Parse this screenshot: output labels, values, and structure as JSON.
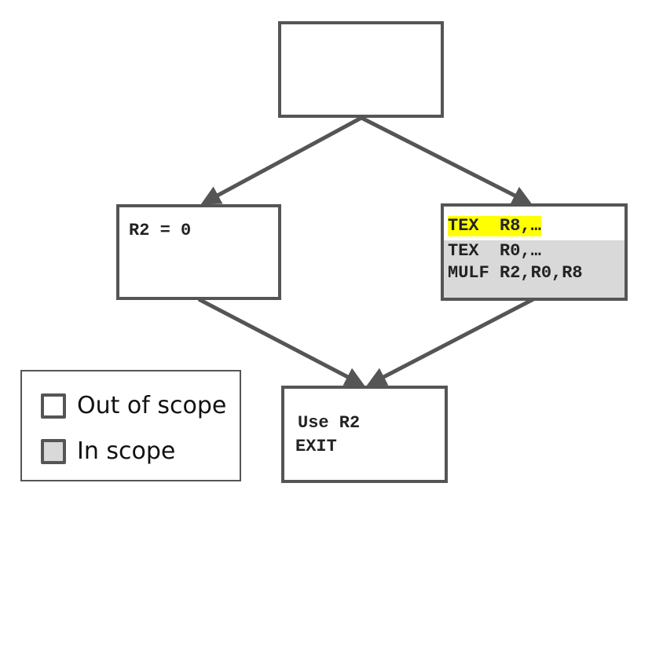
{
  "diagram": {
    "nodes": {
      "entry": {
        "lines": []
      },
      "left": {
        "lines": [
          "R2 = 0"
        ]
      },
      "right": {
        "highlighted_line": "TEX  R8,…",
        "lines": [
          "TEX  R0,…",
          "MULF R2,R0,R8"
        ]
      },
      "exit": {
        "lines": [
          "Use R2",
          "EXIT"
        ]
      }
    },
    "edges": [
      {
        "from": "entry",
        "to": "left"
      },
      {
        "from": "entry",
        "to": "right"
      },
      {
        "from": "left",
        "to": "exit"
      },
      {
        "from": "right",
        "to": "exit"
      }
    ],
    "legend": {
      "out_of_scope": "Out of scope",
      "in_scope": "In scope"
    },
    "colors": {
      "border": "#555555",
      "in_scope_fill": "#d9d9d9",
      "highlight": "#ffff00"
    }
  }
}
